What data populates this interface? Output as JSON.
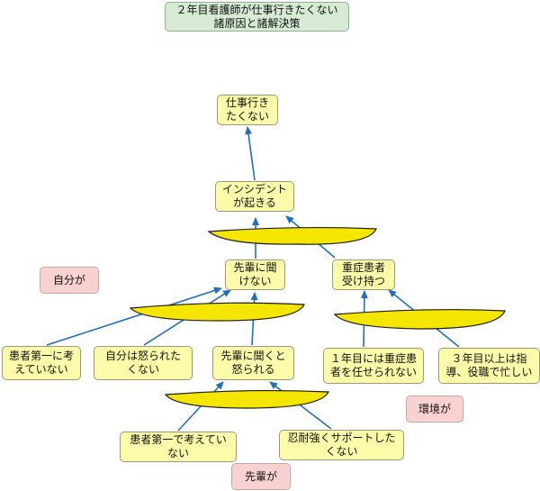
{
  "title": "２年目看護師が仕事行きたくない\n諸原因と諸解決策",
  "nodes": {
    "goal": "仕事行き\nたくない",
    "incident": "インシデント\nが起きる",
    "cannot_ask": "先輩に聞\nけない",
    "severe_patient": "重症患者\n受け持つ",
    "patient_first_not": "患者第一に考\nえていない",
    "fear_scolded": "自分は怒られた\nくない",
    "scolded_when_ask": "先輩に聞くと\n怒られる",
    "first_year_severe": "１年目には重症患\n者を任せられない",
    "third_year_busy": "３年目以上は指\n導、役職で忙しい",
    "senior_patient_first_not": "患者第一で考えてい\nない",
    "patient_support_not": "忍耐強くサポートした\nくない"
  },
  "categories": {
    "self": "自分が",
    "environment": "環境が",
    "senior": "先輩が"
  },
  "colors": {
    "node_fill": "#fbfbaa",
    "title_fill": "#d6ead4",
    "category_fill": "#f7d2d0",
    "bracket_fill": "#f5e600",
    "arrow": "#1f6fc0"
  }
}
